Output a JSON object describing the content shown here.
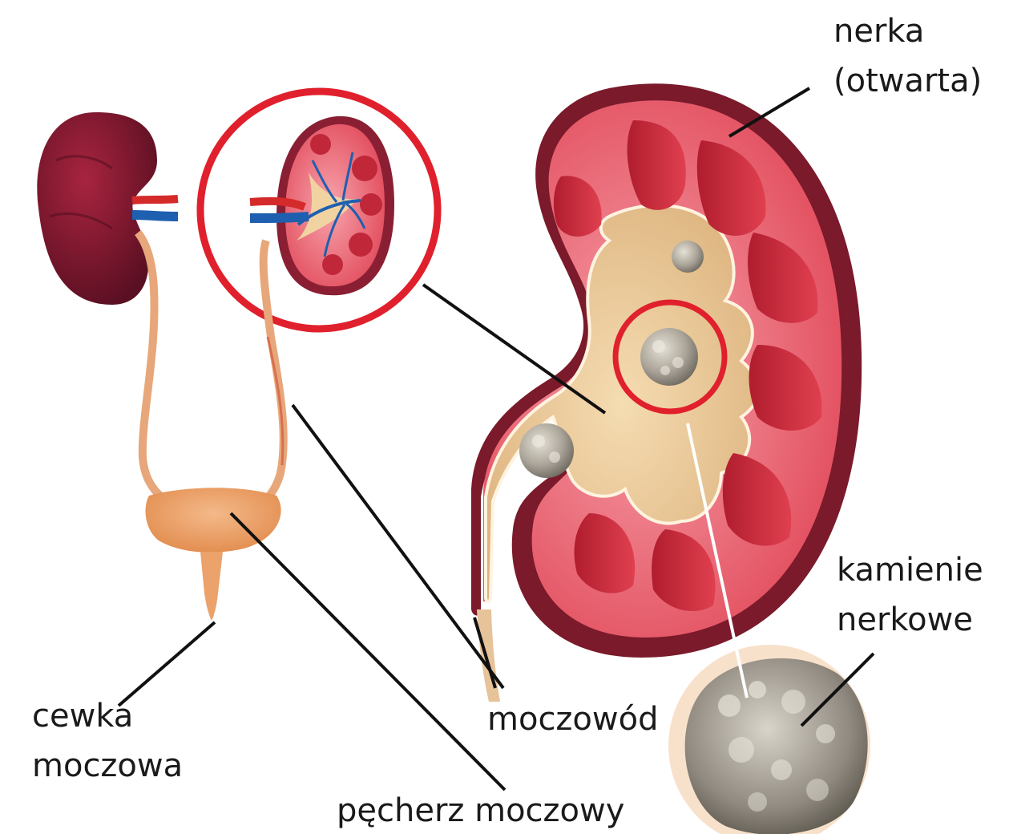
{
  "labels": {
    "kidney_open": [
      "nerka",
      "(otwarta)"
    ],
    "kidney_stones": [
      "kamienie",
      "nerkowe"
    ],
    "urethra": [
      "cewka",
      "moczowa"
    ],
    "ureter": "moczowód",
    "bladder": "pęcherz moczowy"
  },
  "colors": {
    "kidney_outer": "#7a1a2a",
    "kidney_cortex": "#e8505f",
    "pyramid": "#c42a3a",
    "pelvis": "#e9c796",
    "stone": "#a9a49a",
    "highlight_circle": "#e0202c",
    "artery": "#d42a2a",
    "vein": "#1e5fb0",
    "ureter": "#e7a77a",
    "bladder": "#e89a5c",
    "leader_line": "#111111"
  }
}
